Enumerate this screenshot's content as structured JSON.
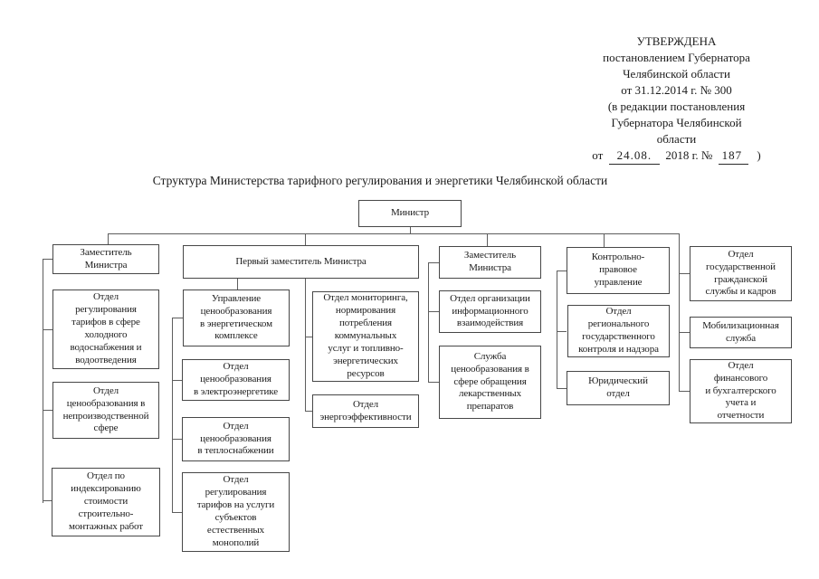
{
  "colors": {
    "paper": "#ffffff",
    "ink": "#1b1b1b",
    "line": "#5d5d5d",
    "box_border": "#474747"
  },
  "approval": {
    "lines": [
      "УТВЕРЖДЕНА",
      "постановлением Губернатора",
      "Челябинской области",
      "от 31.12.2014 г. № 300",
      "(в редакции постановления",
      "Губернатора Челябинской",
      "области"
    ],
    "filled": {
      "prefix": "от",
      "date": "24.08.",
      "middle": "2018 г. №",
      "number": "187",
      "suffix": ")"
    }
  },
  "title": "Структура Министерства тарифного регулирования и энергетики Челябинской области",
  "org": {
    "minister": "Министр",
    "deputy1": "Заместитель\nМинистра",
    "dep1_water": "Отдел\nрегулирования\nтарифов в сфере\nхолодного\nводоснабжения и\nводоотведения",
    "dep1_nonprod": "Отдел\nценообразования в\nнепроизводственной\nсфере",
    "dep1_index": "Отдел по\nиндексированию\nстоимости\nстроительно-\nмонтажных работ",
    "first_deputy": "Первый заместитель Министра",
    "fd_energy_dept": "Управление\nценообразования\nв энергетическом\nкомплексе",
    "fd_electricity": "Отдел\nценообразования\nв электроэнергетике",
    "fd_heat": "Отдел\nценообразования\nв теплоснабжении",
    "fd_monopoly": "Отдел\nрегулирования\nтарифов на услуги\nсубъектов\nестественных\nмонополий",
    "fd_monitoring": "Отдел мониторинга,\nнормирования\nпотребления\nкоммунальных\nуслуг и топливно-\nэнергетических\nресурсов",
    "fd_efficiency": "Отдел\nэнергоэффективности",
    "deputy2": "Заместитель\nМинистра",
    "dep2_info": "Отдел организации\nинформационного\nвзаимодействия",
    "dep2_medicine": "Служба\nценообразования в\nсфере обращения\nлекарственных\nпрепаратов",
    "control_legal": "Контрольно-\nправовое\nуправление",
    "regional_control": "Отдел\nрегионального\nгосударственного\nконтроля и надзора",
    "legal": "Юридический\nотдел",
    "civil_service": "Отдел\nгосударственной\nгражданской\nслужбы и кадров",
    "mobilization": "Мобилизационная\nслужба",
    "finance": "Отдел\nфинансового\nи бухгалтерского\nучета и\nотчетности"
  }
}
